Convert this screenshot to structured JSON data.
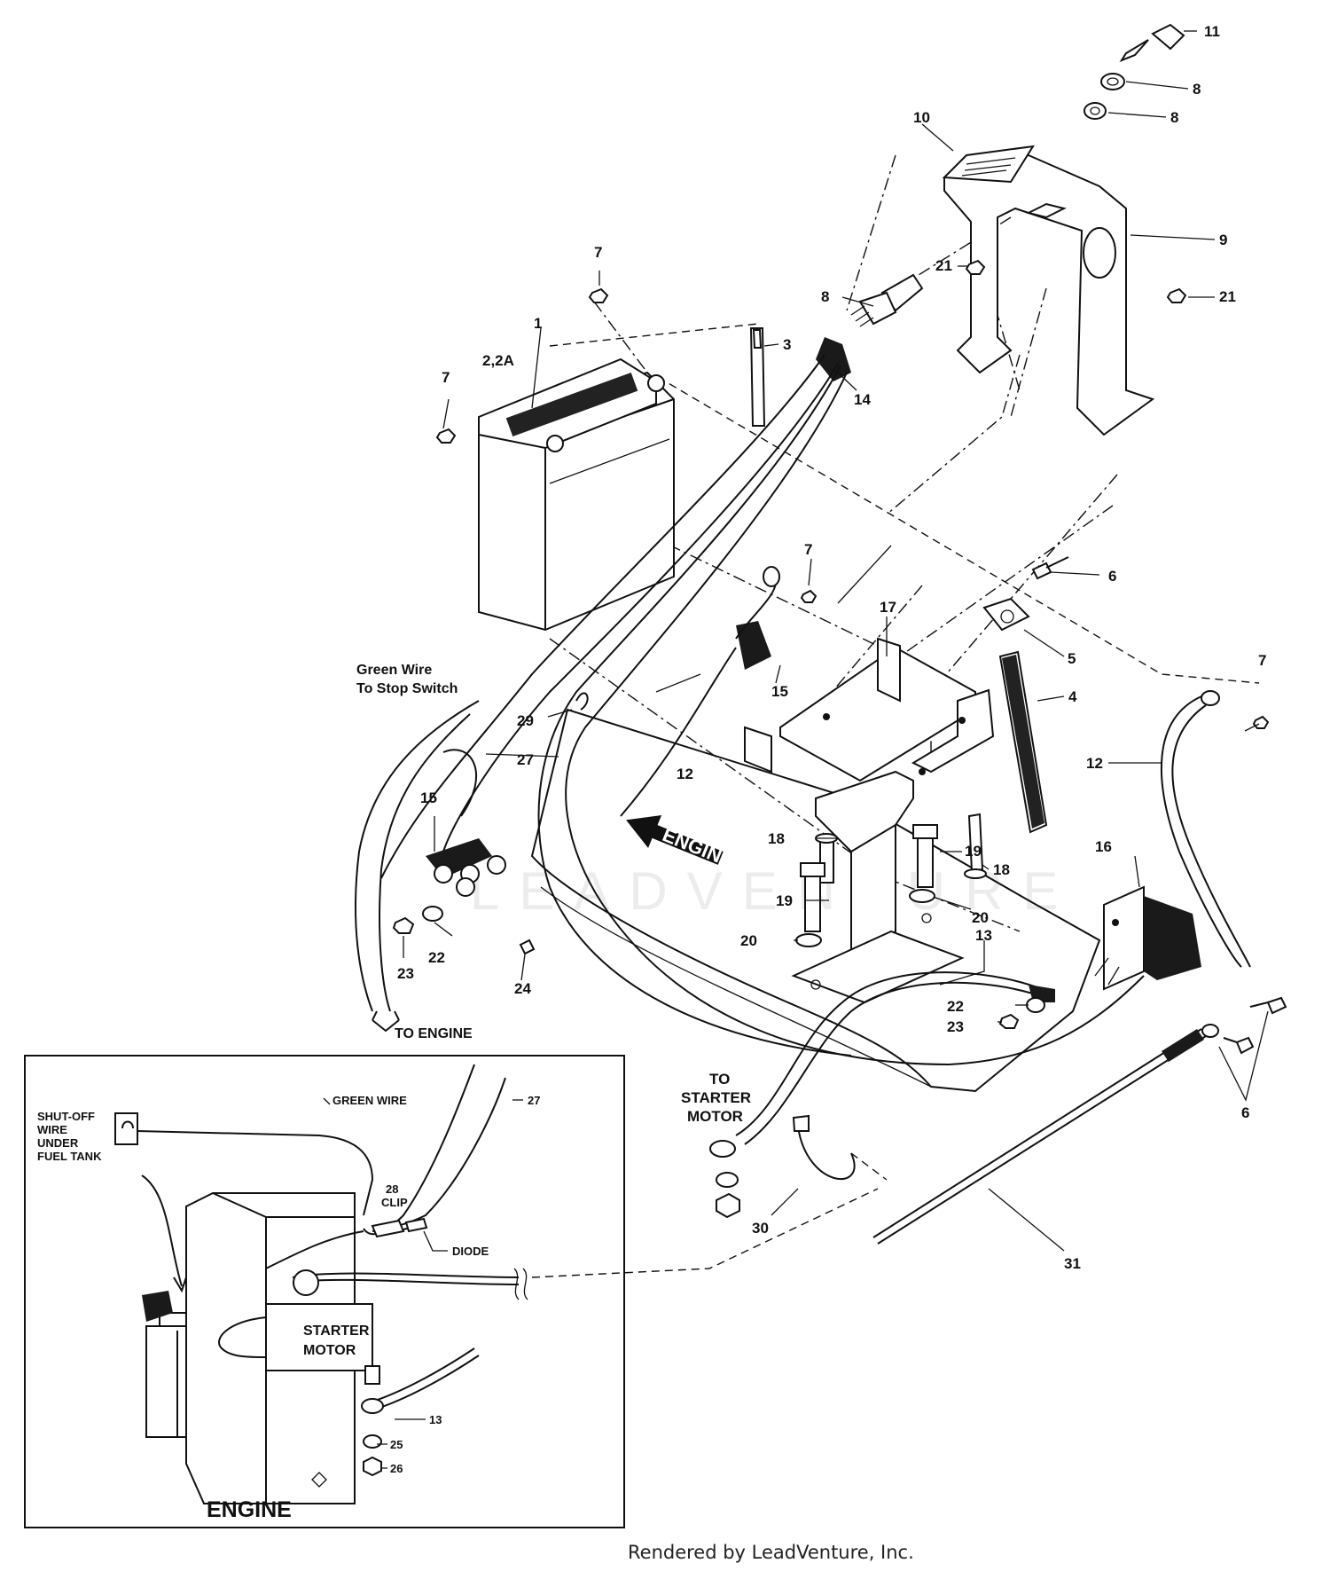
{
  "callouts": [
    "1",
    "2,2A",
    "3",
    "4",
    "5",
    "6",
    "7",
    "8",
    "9",
    "10",
    "11",
    "12",
    "13",
    "14",
    "15",
    "16",
    "17",
    "18",
    "19",
    "20",
    "21",
    "22",
    "23",
    "24",
    "25",
    "26",
    "27",
    "28",
    "29",
    "30",
    "31"
  ],
  "annotations": {
    "green_wire_line1": "Green Wire",
    "green_wire_line2": "To Stop Switch",
    "to_engine": "TO ENGINE",
    "to_starter_1": "TO",
    "to_starter_2": "STARTER",
    "to_starter_3": "MOTOR",
    "engine_arrow": "ENGINE"
  },
  "inset": {
    "title": "ENGINE",
    "green_wire": "GREEN WIRE",
    "shutoff_1": "SHUT-OFF",
    "shutoff_2": "WIRE",
    "shutoff_3": "UNDER",
    "shutoff_4": "FUEL TANK",
    "clip": "CLIP",
    "diode": "DIODE",
    "starter_1": "STARTER",
    "starter_2": "MOTOR"
  },
  "watermark": "LEADVENTURE",
  "footer": "Rendered by LeadVenture, Inc."
}
